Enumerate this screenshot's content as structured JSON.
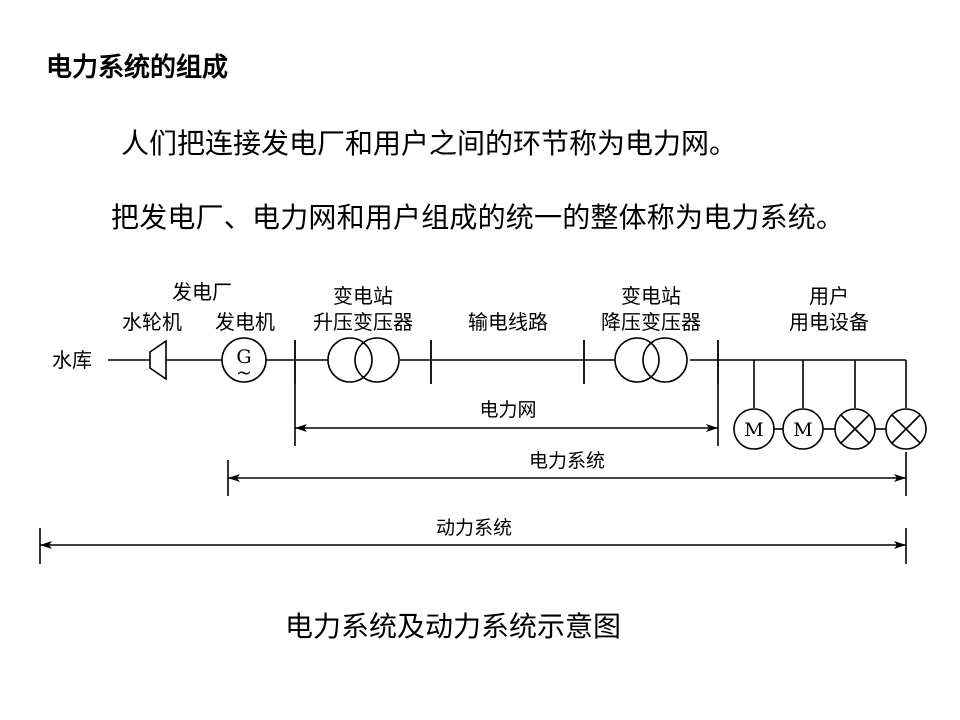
{
  "slide": {
    "heading": "电力系统的组成",
    "paragraphs": [
      "人们把连接发电厂和用户之间的环节称为电力网。",
      "把发电厂、电力网和用户组成的统一的整体称为电力系统。"
    ],
    "caption": "电力系统及动力系统示意图"
  },
  "diagram": {
    "reservoir": "水库",
    "turbine": "水轮机",
    "generator": "发电机",
    "plant": "发电厂",
    "generator_symbol": "G",
    "generator_wave": "~",
    "step_up_station": "变电站",
    "step_up_transformer": "升压变压器",
    "transmission_line": "输电线路",
    "step_down_station": "变电站",
    "step_down_transformer": "降压变压器",
    "users": "用户",
    "user_equipment": "用电设备",
    "motor_symbol": "M",
    "span_grid": "电力网",
    "span_power_system": "电力系统",
    "span_dynamic_system": "动力系统"
  }
}
